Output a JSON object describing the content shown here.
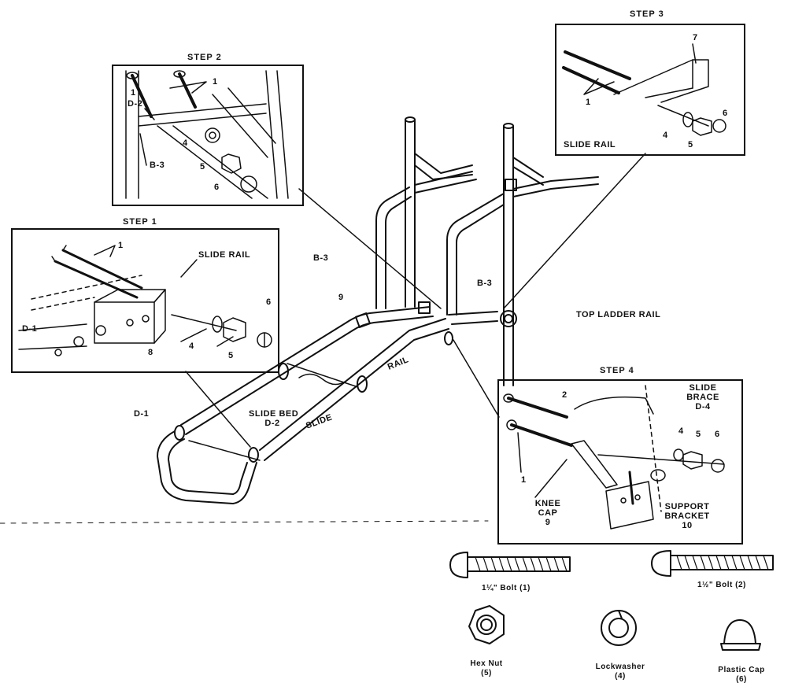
{
  "steps": {
    "step1": "STEP 1",
    "step2": "STEP 2",
    "step3": "STEP 3",
    "step4": "STEP 4"
  },
  "step1_labels": {
    "n1": "1",
    "slide_rail": "SLIDE RAIL",
    "d1": "D-1",
    "n8": "8",
    "n4": "4",
    "n5": "5",
    "n6": "6"
  },
  "step2_labels": {
    "n1a": "1",
    "n1b": "1",
    "d2": "D-2",
    "b3": "B-3",
    "n4": "4",
    "n5": "5",
    "n6": "6"
  },
  "step3_labels": {
    "n7": "7",
    "n1": "1",
    "slide_rail": "SLIDE RAIL",
    "n4": "4",
    "n5": "5",
    "n6": "6"
  },
  "step4_labels": {
    "n2": "2",
    "slide_brace": "SLIDE",
    "slide_brace2": "BRACE",
    "d4": "D-4",
    "n4": "4",
    "n5": "5",
    "n6": "6",
    "n1": "1",
    "knee_cap": "KNEE",
    "knee_cap2": "CAP",
    "n9": "9",
    "support": "SUPPORT",
    "bracket": "BRACKET",
    "n10": "10"
  },
  "main_labels": {
    "b3_left": "B-3",
    "b3_right": "B-3",
    "n9": "9",
    "top_ladder_rail": "TOP LADDER RAIL",
    "d1": "D-1",
    "slide_bed": "SLIDE BED",
    "d2": "D-2",
    "slide_word": "SLIDE",
    "rail_word": "RAIL"
  },
  "hardware": {
    "bolt1": "1¼\" Bolt (1)",
    "bolt2": "1½\" Bolt (2)",
    "hex_nut": "Hex Nut",
    "hex_nut_num": "(5)",
    "lockwasher": "Lockwasher",
    "lockwasher_num": "(4)",
    "plastic_cap": "Plastic Cap",
    "plastic_cap_num": "(6)"
  }
}
